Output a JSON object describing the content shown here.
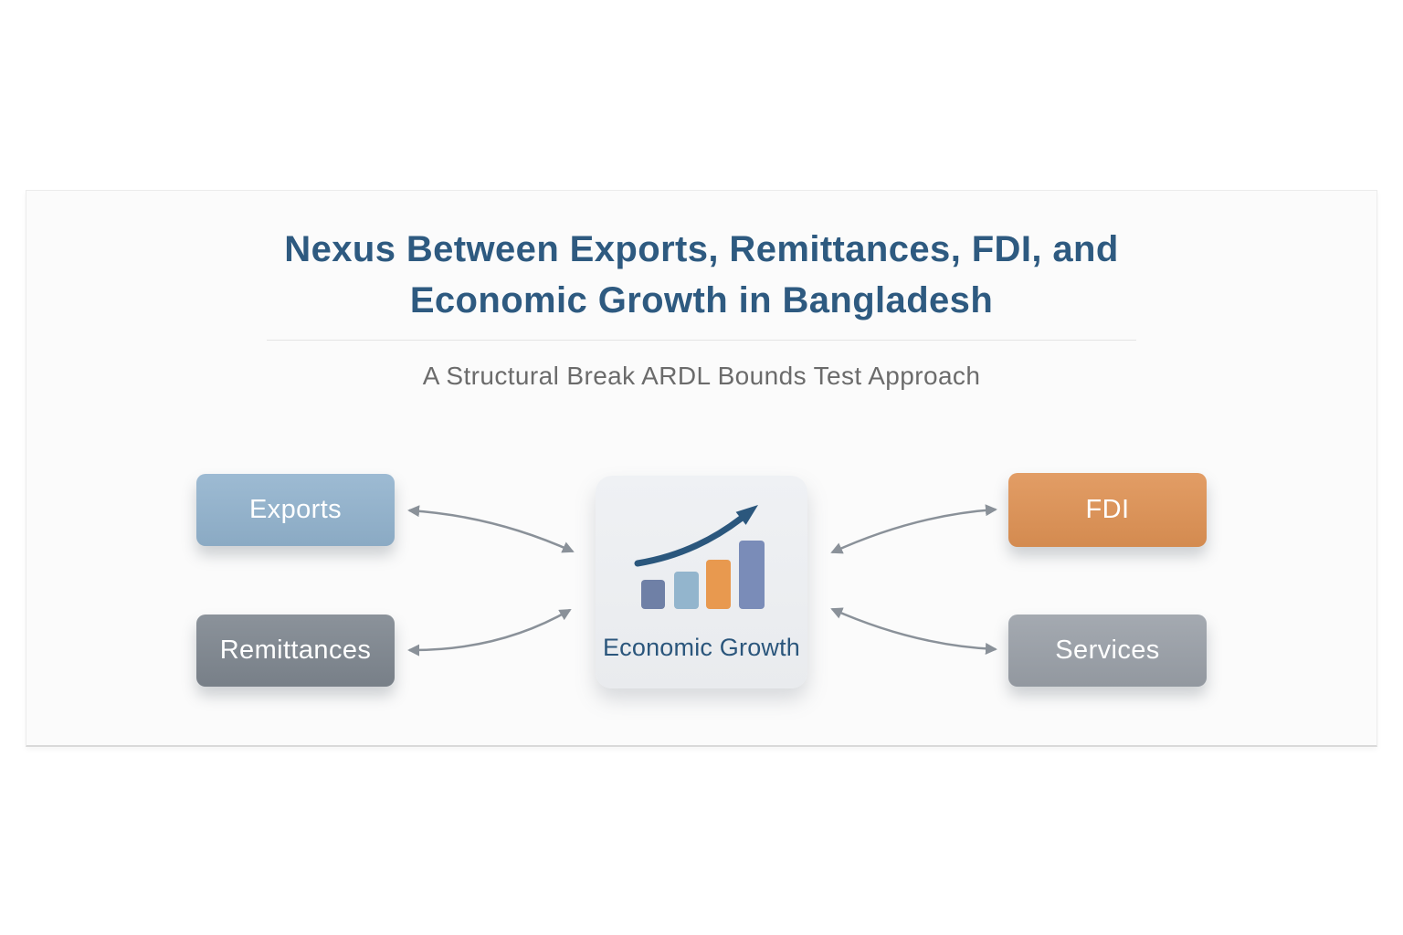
{
  "page": {
    "background": "#ffffff",
    "card_background": "#fbfbfb"
  },
  "header": {
    "title_line1": "Nexus Between Exports, Remittances, FDI, and",
    "title_line2": "Economic Growth in Bangladesh",
    "title_color": "#2e5a80",
    "subtitle": "A Structural Break ARDL Bounds Test Approach",
    "subtitle_color": "#6b6b6b"
  },
  "diagram": {
    "center": {
      "label": "Economic Growth",
      "label_color": "#2b567c",
      "card_color": "#edeff2",
      "icon": "bar-chart-growth-arrow-icon",
      "icon_bar_colors": [
        "#6f80a6",
        "#93b5cd",
        "#e8994f",
        "#7a8cb8"
      ],
      "icon_arrow_color": "#2b577d"
    },
    "nodes": [
      {
        "label": "Exports",
        "color": "#92b3ce",
        "position": "top-left"
      },
      {
        "label": "Remittances",
        "color": "#7e868f",
        "position": "bottom-left"
      },
      {
        "label": "FDI",
        "color": "#df9254",
        "position": "top-right"
      },
      {
        "label": "Services",
        "color": "#9aa0a8",
        "position": "bottom-right"
      }
    ],
    "connector_color": "#8a9199",
    "connections": [
      {
        "from": "Exports",
        "to": "Economic Growth",
        "type": "bidirectional"
      },
      {
        "from": "Remittances",
        "to": "Economic Growth",
        "type": "bidirectional"
      },
      {
        "from": "FDI",
        "to": "Economic Growth",
        "type": "bidirectional"
      },
      {
        "from": "Services",
        "to": "Economic Growth",
        "type": "bidirectional"
      }
    ]
  }
}
